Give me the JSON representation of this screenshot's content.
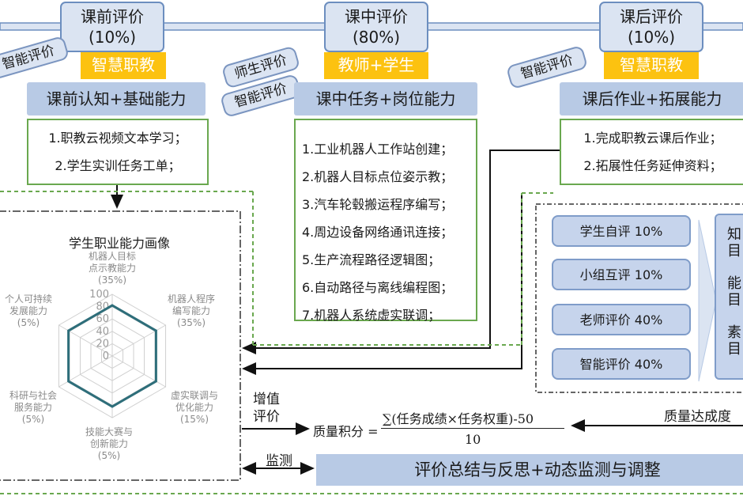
{
  "stages": {
    "pre": {
      "title": "课前评价",
      "percent": "(10%)",
      "provider": "智慧职教",
      "tilt": "智能评价",
      "heading": "课前认知+基础能力",
      "tasks": [
        "1.职教云视频文本学习；",
        "2.学生实训任务工单；"
      ]
    },
    "mid": {
      "title": "课中评价",
      "percent": "(80%)",
      "provider": "教师+学生",
      "tilt1": "师生评价",
      "tilt2": "智能评价",
      "heading": "课中任务+岗位能力",
      "tasks": [
        "1.工业机器人工作站创建；",
        "2.机器人目标点位姿示教；",
        "3.汽车轮毂搬运程序编写；",
        "4.周边设备网络通讯连接；",
        "5.生产流程路径逻辑图；",
        "6.自动路径与离线编程图；",
        "7.机器人系统虚实联调；"
      ]
    },
    "post": {
      "title": "课后评价",
      "percent": "(10%)",
      "provider": "智慧职教",
      "tilt": "智能评价",
      "heading": "课后作业+拓展能力",
      "tasks": [
        "1.完成职教云课后作业；",
        "2.拓展性任务延伸资料；"
      ]
    }
  },
  "portrait": {
    "title": "学生职业能力画像",
    "axes": [
      {
        "name": "机器人目标点示教能力",
        "lines": [
          "机器人目标",
          "点示教能力",
          "(35%)"
        ],
        "value": 82
      },
      {
        "name": "机器人程序编写能力",
        "lines": [
          "机器人程序",
          "编写能力",
          "(35%)"
        ],
        "value": 82
      },
      {
        "name": "虚实联调与优化能力",
        "lines": [
          "虚实联调与",
          "优化能力",
          "(15%)"
        ],
        "value": 82
      },
      {
        "name": "技能大赛与创新能力",
        "lines": [
          "技能大赛与",
          "创新能力",
          "(5%)"
        ],
        "value": 82
      },
      {
        "name": "科研与社会服务能力",
        "lines": [
          "科研与社会",
          "服务能力",
          "(5%)"
        ],
        "value": 82
      },
      {
        "name": "个人可持续发展能力",
        "lines": [
          "个人可持续",
          "发展能力",
          "(5%)"
        ],
        "value": 82
      }
    ],
    "ticks": [
      "100",
      "80",
      "60",
      "40",
      "20",
      "0"
    ]
  },
  "evaluation": {
    "items": [
      {
        "label": "学生自评  10%"
      },
      {
        "label": "小组互评  10%"
      },
      {
        "label": "老师评价  40%"
      },
      {
        "label": "智能评价  40%"
      }
    ],
    "goals_partial": [
      "知",
      "目",
      "能",
      "目",
      "素",
      "目"
    ]
  },
  "flow": {
    "value_added": [
      "增值",
      "评价"
    ],
    "monitor": "监测",
    "quality_reach": "质量达成度",
    "formula": {
      "lhs": "质量积分 =",
      "numerator": "∑(任务成绩×任务权重)-50",
      "denominator": "10"
    },
    "summary": "评价总结与反思+动态监测与调整"
  },
  "colors": {
    "stage_fill": "#dbe4f2",
    "stage_border": "#6c8ebf",
    "gold": "#fcc210",
    "heading_fill": "#b8cae5",
    "green": "#6aa84f",
    "radar_line": "#2e6e7a"
  }
}
